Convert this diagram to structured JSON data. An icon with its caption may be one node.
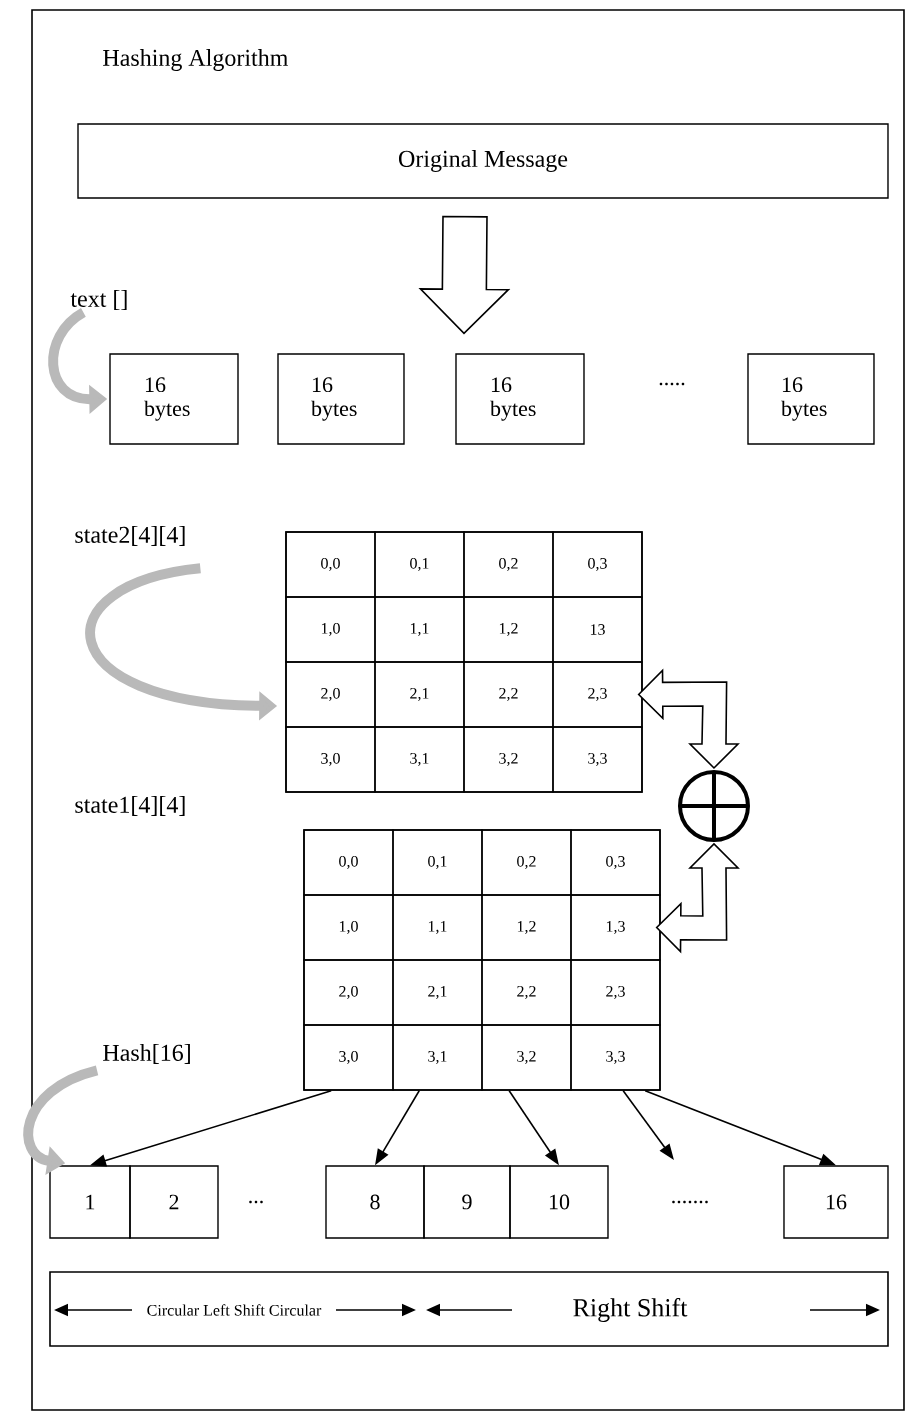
{
  "diagram": {
    "title": "Hashing Algorithm",
    "nodes": [
      {
        "text": [
          "Original Message"
        ]
      },
      {
        "text": [
          "text []"
        ]
      },
      {
        "text": [
          "16 bytes"
        ]
      },
      {
        "text": [
          "16 bytes"
        ]
      },
      {
        "text": [
          "16 bytes"
        ]
      },
      {
        "text": [
          "16 bytes"
        ]
      },
      {
        "text": [
          "state2[4][4]"
        ]
      },
      {
        "text": [],
        "shape": "box"
      },
      {
        "text": [
          "0,0"
        ],
        "in": 7
      },
      {
        "text": [
          "0,1"
        ],
        "in": 7
      },
      {
        "text": [
          "0,2"
        ],
        "in": 7
      },
      {
        "text": [
          "0,3"
        ],
        "in": 7
      },
      {
        "text": [
          "1,0"
        ],
        "in": 7
      },
      {
        "text": [
          "1,1"
        ],
        "in": 7
      },
      {
        "text": [
          "1,2"
        ],
        "in": 7
      },
      {
        "text": [
          "13"
        ],
        "in": 7
      },
      {
        "text": [
          "2,0"
        ],
        "in": 7
      },
      {
        "text": [
          "2,1"
        ],
        "in": 7
      },
      {
        "text": [
          "2,2"
        ],
        "in": 7
      },
      {
        "text": [
          "2,3"
        ],
        "in": 7
      },
      {
        "text": [
          "3,0"
        ],
        "in": 7
      },
      {
        "text": [
          "3,1"
        ],
        "in": 7
      },
      {
        "text": [
          "3,2"
        ],
        "in": 7
      },
      {
        "text": [
          "3,3"
        ],
        "in": 7
      },
      {
        "text": [],
        "shape": "circle"
      },
      {
        "text": [
          "state1[4][4]"
        ]
      },
      {
        "text": [],
        "shape": "box"
      },
      {
        "text": [
          "0,0"
        ],
        "in": 26
      },
      {
        "text": [
          "0,1"
        ],
        "in": 26
      },
      {
        "text": [
          "0,2"
        ],
        "in": 26
      },
      {
        "text": [
          "0,3"
        ],
        "in": 26
      },
      {
        "text": [
          "1,0"
        ],
        "in": 26
      },
      {
        "text": [
          "1,1"
        ],
        "in": 26
      },
      {
        "text": [
          "1,2"
        ],
        "in": 26
      },
      {
        "text": [
          "1,3"
        ],
        "in": 26
      },
      {
        "text": [
          "2,0"
        ],
        "in": 26
      },
      {
        "text": [
          "2,1"
        ],
        "in": 26
      },
      {
        "text": [
          "2,2"
        ],
        "in": 26
      },
      {
        "text": [
          "2,3"
        ],
        "in": 26
      },
      {
        "text": [
          "3,0"
        ],
        "in": 26
      },
      {
        "text": [
          "3,1"
        ],
        "in": 26
      },
      {
        "text": [
          "3,2"
        ],
        "in": 26
      },
      {
        "text": [
          "3,3"
        ],
        "in": 26
      },
      {
        "text": [
          "Hash[16]"
        ]
      },
      {
        "text": [
          "1"
        ]
      },
      {
        "text": [
          "2"
        ]
      },
      {
        "text": [
          "8"
        ]
      },
      {
        "text": [
          "9"
        ]
      },
      {
        "text": [
          "10"
        ]
      },
      {
        "text": [
          "16"
        ]
      },
      {
        "text": [
          "Circular Left Shift Circular",
          "Right Shift"
        ]
      }
    ],
    "edges": [
      {
        "from": 0,
        "to": 4,
        "arrow": "to",
        "style": "thick"
      },
      {
        "from": 1,
        "to": 2,
        "arrow": "to",
        "style": "thick",
        "color": "#b9b9b9"
      },
      {
        "from": 6,
        "to": 7,
        "arrow": "to",
        "style": "thick",
        "color": "#b9b9b9"
      },
      {
        "from": 19,
        "to": 24,
        "arrow": "both",
        "style": "thick"
      },
      {
        "from": 34,
        "to": 24,
        "arrow": "both",
        "style": "thick"
      },
      {
        "from": 43,
        "to": 44,
        "arrow": "to",
        "style": "thick",
        "color": "#b9b9b9"
      },
      {
        "from": 26,
        "to": 44,
        "arrow": "to"
      },
      {
        "from": 26,
        "to": 46,
        "arrow": "to"
      },
      {
        "from": 26,
        "to": 48,
        "arrow": "to"
      },
      {
        "from": 26,
        "to": null,
        "arrow": "to"
      },
      {
        "from": 26,
        "to": 49,
        "arrow": "to"
      }
    ],
    "labels": [
      ".....",
      "...",
      "......."
    ]
  }
}
